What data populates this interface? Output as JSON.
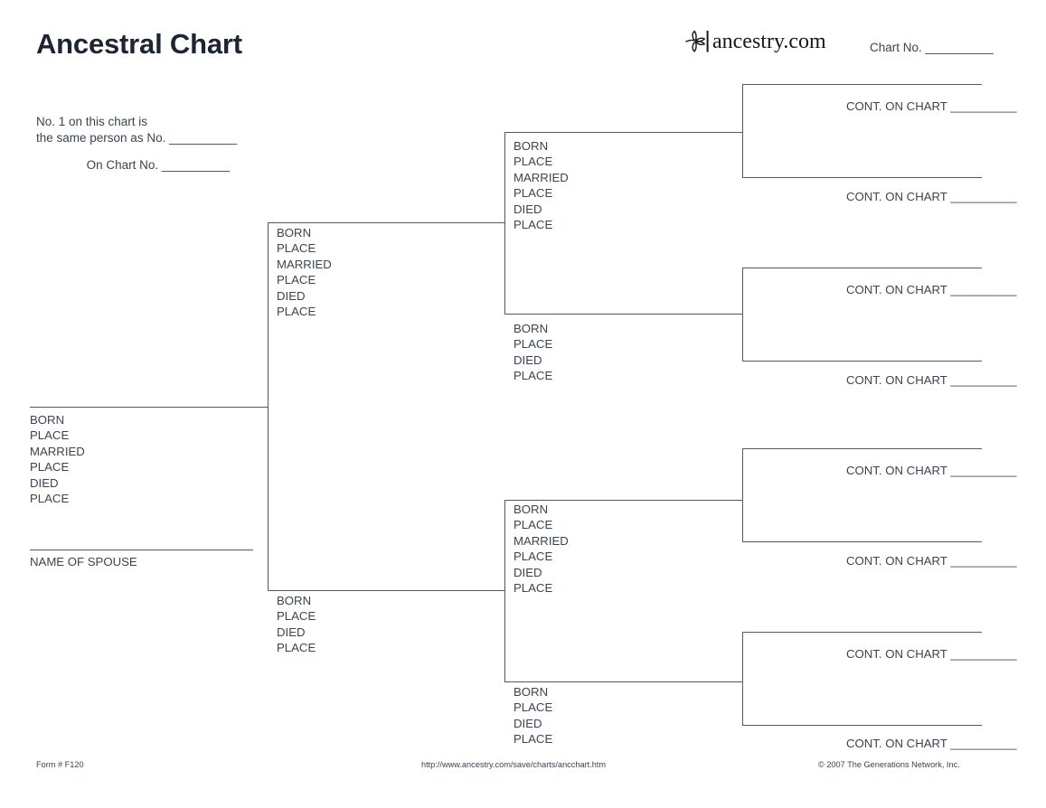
{
  "header": {
    "title": "Ancestral Chart",
    "logo": {
      "icon": "ancestry-leaf-icon",
      "wordmark": "ancestry.com"
    },
    "chart_no_label": "Chart No. __________"
  },
  "reference_block": {
    "line1": "No. 1 on this chart is",
    "line2": "the same person as No. __________",
    "line3": "On Chart No. __________"
  },
  "labels": {
    "born": "BORN",
    "place": "PLACE",
    "married": "MARRIED",
    "died": "DIED",
    "name_of_spouse": "NAME OF SPOUSE",
    "cont_on_chart": "CONT. ON CHART __________"
  },
  "generation1": {
    "fields": [
      "BORN",
      "PLACE",
      "MARRIED",
      "PLACE",
      "DIED",
      "PLACE"
    ],
    "spouse_caption": "NAME OF SPOUSE"
  },
  "generation2": [
    {
      "position": "father",
      "fields": [
        "BORN",
        "PLACE",
        "MARRIED",
        "PLACE",
        "DIED",
        "PLACE"
      ]
    },
    {
      "position": "mother",
      "fields": [
        "BORN",
        "PLACE",
        "DIED",
        "PLACE"
      ]
    }
  ],
  "generation3": [
    {
      "position": "paternal-grandfather",
      "fields": [
        "BORN",
        "PLACE",
        "MARRIED",
        "PLACE",
        "DIED",
        "PLACE"
      ]
    },
    {
      "position": "paternal-grandmother",
      "fields": [
        "BORN",
        "PLACE",
        "DIED",
        "PLACE"
      ]
    },
    {
      "position": "maternal-grandfather",
      "fields": [
        "BORN",
        "PLACE",
        "MARRIED",
        "PLACE",
        "DIED",
        "PLACE"
      ]
    },
    {
      "position": "maternal-grandmother",
      "fields": [
        "BORN",
        "PLACE",
        "DIED",
        "PLACE"
      ]
    }
  ],
  "generation4": [
    {
      "position": "great-grandparent-1",
      "cont": "CONT. ON CHART __________"
    },
    {
      "position": "great-grandparent-2",
      "cont": "CONT. ON CHART __________"
    },
    {
      "position": "great-grandparent-3",
      "cont": "CONT. ON CHART __________"
    },
    {
      "position": "great-grandparent-4",
      "cont": "CONT. ON CHART __________"
    },
    {
      "position": "great-grandparent-5",
      "cont": "CONT. ON CHART __________"
    },
    {
      "position": "great-grandparent-6",
      "cont": "CONT. ON CHART __________"
    },
    {
      "position": "great-grandparent-7",
      "cont": "CONT. ON CHART __________"
    },
    {
      "position": "great-grandparent-8",
      "cont": "CONT. ON CHART __________"
    }
  ],
  "footer": {
    "form_number": "Form # F120",
    "url": "http://www.ancestry.com/save/charts/ancchart.htm",
    "copyright": "© 2007 The Generations Network, Inc."
  },
  "colors": {
    "ink": "#3b4450",
    "rule": "#56585c",
    "title": "#1d2530",
    "background": "#ffffff"
  }
}
